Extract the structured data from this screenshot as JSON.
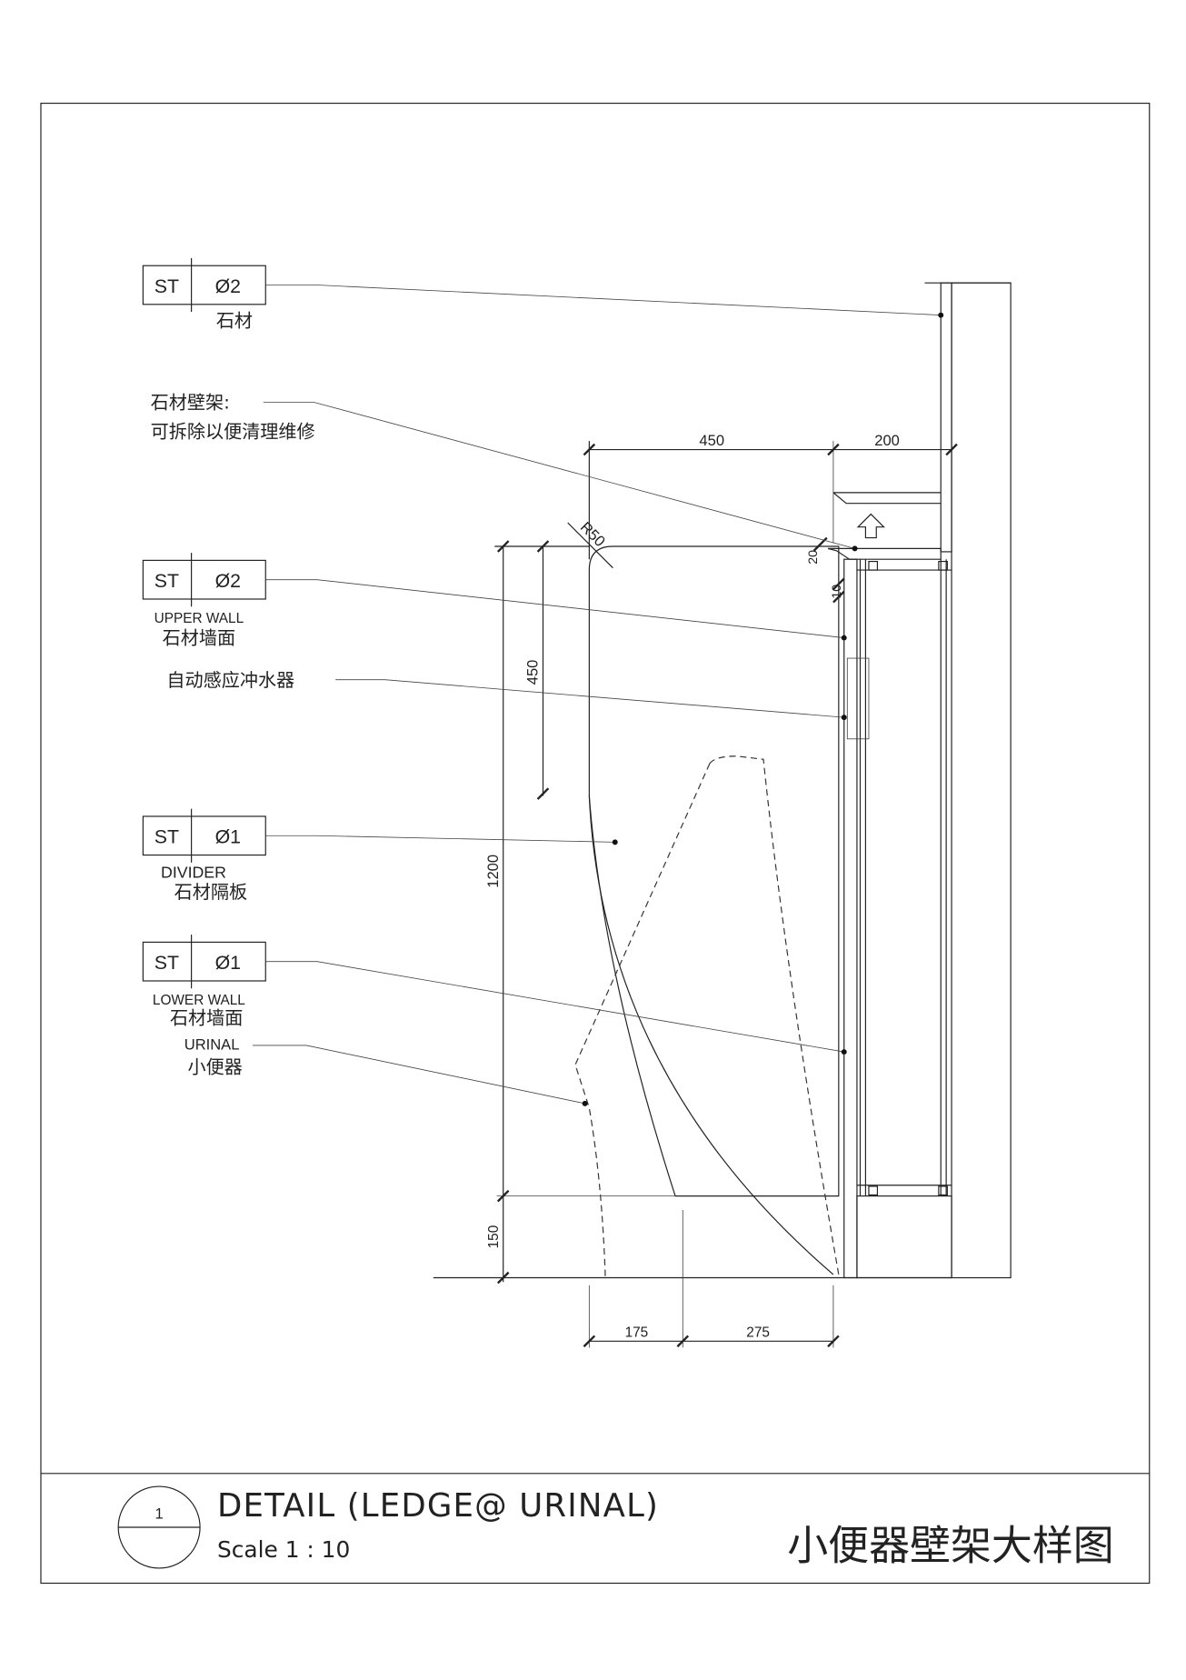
{
  "drawing": {
    "callouts": [
      {
        "code": "ST",
        "number": "Ø2",
        "en": "",
        "cn": "石材"
      },
      {
        "code": "ST",
        "number": "Ø2",
        "en": "UPPER WALL",
        "cn": "石材墙面"
      },
      {
        "code": "ST",
        "number": "Ø1",
        "en": "DIVIDER",
        "cn": "石材隔板"
      },
      {
        "code": "ST",
        "number": "Ø1",
        "en": "LOWER WALL",
        "cn": "石材墙面"
      }
    ],
    "notes": {
      "ledge_line1": "石材壁架:",
      "ledge_line2": "可拆除以便清理维修",
      "flush": "自动感应冲水器",
      "urinal_en": "URINAL",
      "urinal_cn": "小便器"
    },
    "dimensions": {
      "top_450": "450",
      "top_200": "200",
      "radius": "R50",
      "ledge_thk": "20",
      "wall_thk": "10",
      "height_1200": "1200",
      "height_450": "450",
      "height_150": "150",
      "bottom_175": "175",
      "bottom_275": "275"
    }
  },
  "title_block": {
    "detail_number": "1",
    "title": "DETAIL (LEDGE@ URINAL)",
    "scale": "Scale 1 : 10",
    "title_cn": "小便器壁架大样图"
  }
}
